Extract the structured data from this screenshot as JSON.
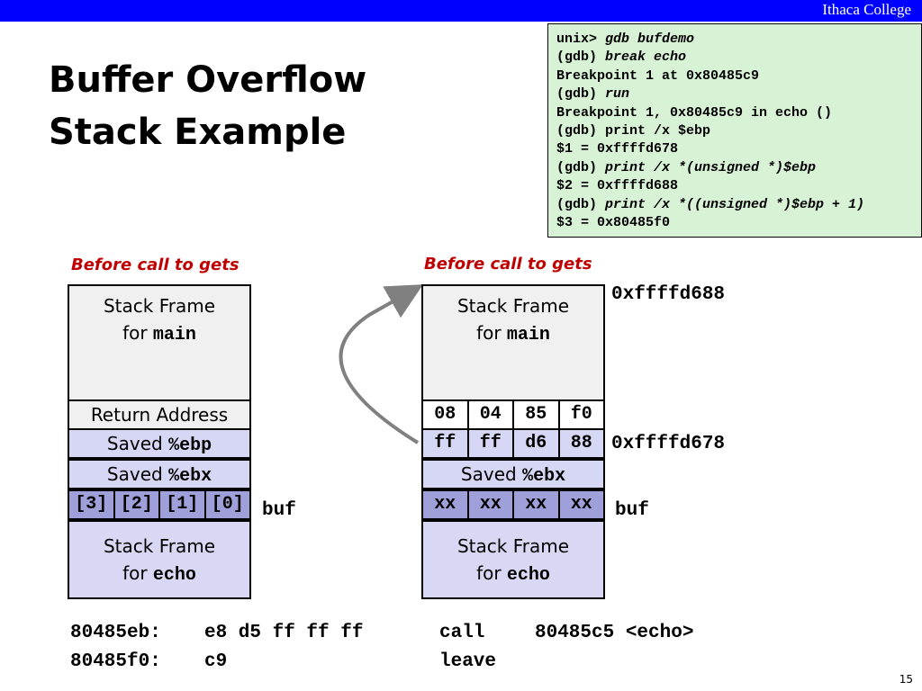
{
  "header": {
    "brand": "Ithaca College",
    "color": "#0000ff"
  },
  "title": {
    "line1": "Buffer Overflow",
    "line2": "Stack Example"
  },
  "gdb": {
    "lines": [
      {
        "prefix": "unix> ",
        "cmd": "gdb bufdemo"
      },
      {
        "prefix": "(gdb) ",
        "cmd": "break echo"
      },
      {
        "prefix": "Breakpoint 1 at 0x80485c9",
        "cmd": ""
      },
      {
        "prefix": "(gdb) ",
        "cmd": "run"
      },
      {
        "prefix": "Breakpoint 1, 0x80485c9 in echo ()",
        "cmd": ""
      },
      {
        "prefix": "(gdb) print /x $ebp",
        "cmd": ""
      },
      {
        "prefix": "$1 = 0xffffd678",
        "cmd": ""
      },
      {
        "prefix": "(gdb) ",
        "cmd": "print /x *(unsigned *)$ebp"
      },
      {
        "prefix": "$2 = 0xffffd688",
        "cmd": ""
      },
      {
        "prefix": "(gdb) ",
        "cmd": "print /x *((unsigned *)$ebp + 1)"
      },
      {
        "prefix": "$3 = 0x80485f0",
        "cmd": ""
      }
    ]
  },
  "left_stack": {
    "caption": "Before call to gets",
    "main_frame": {
      "line1": "Stack Frame",
      "line2_prefix": "for ",
      "line2_code": "main"
    },
    "return_address": "Return Address",
    "saved_ebp": {
      "prefix": "Saved ",
      "code": "%ebp"
    },
    "saved_ebx": {
      "prefix": "Saved ",
      "code": "%ebx"
    },
    "buf_cells": [
      "[3]",
      "[2]",
      "[1]",
      "[0]"
    ],
    "buf_label": "buf",
    "echo_frame": {
      "line1": "Stack Frame",
      "line2_prefix": "for ",
      "line2_code": "echo"
    }
  },
  "right_stack": {
    "caption": "Before call to gets",
    "main_frame": {
      "line1": "Stack Frame",
      "line2_prefix": "for ",
      "line2_code": "main"
    },
    "return_bytes": [
      "08",
      "04",
      "85",
      "f0"
    ],
    "ebp_bytes": [
      "ff",
      "ff",
      "d6",
      "88"
    ],
    "saved_ebx": {
      "prefix": "Saved ",
      "code": "%ebx"
    },
    "buf_bytes": [
      "xx",
      "xx",
      "xx",
      "xx"
    ],
    "buf_label": "buf",
    "echo_frame": {
      "line1": "Stack Frame",
      "line2_prefix": "for ",
      "line2_code": "echo"
    },
    "addr_top": "0xffffd688",
    "addr_ebp": "0xffffd678"
  },
  "asm": [
    {
      "addr": "80485eb:",
      "bytes": "e8 d5 ff ff ff",
      "op": "call",
      "arg": "80485c5 <echo>"
    },
    {
      "addr": "80485f0:",
      "bytes": "c9",
      "op": "leave",
      "arg": ""
    }
  ],
  "page_number": "15"
}
